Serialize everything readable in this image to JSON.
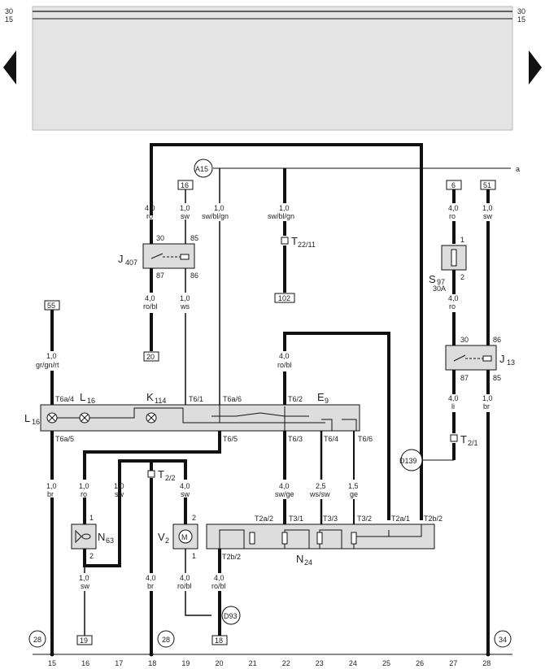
{
  "rails": {
    "top": "30",
    "second": "15",
    "top_right": "30",
    "second_right": "15"
  },
  "components": {
    "j407": {
      "name": "J",
      "sub": "407",
      "pin_in": "30",
      "pin_in2": "85",
      "pin_out": "87",
      "pin_out2": "86"
    },
    "t22": {
      "name": "T",
      "sub": "22/11"
    },
    "s97": {
      "name": "S",
      "sub": "97",
      "rating": "30A",
      "pin_top": "1",
      "pin_bottom": "2"
    },
    "j13": {
      "name": "J",
      "sub": "13",
      "pin_in": "30",
      "pin_in2": "86",
      "pin_out": "87",
      "pin_out2": "85"
    },
    "l16_left": {
      "name": "L",
      "sub": "16"
    },
    "l16_top": {
      "name": "L",
      "sub": "16"
    },
    "k114": {
      "name": "K",
      "sub": "114"
    },
    "e9": {
      "name": "E",
      "sub": "9"
    },
    "t21": {
      "name": "T",
      "sub": "2/1"
    },
    "t22b": {
      "name": "T",
      "sub": "2/2"
    },
    "n63": {
      "name": "N",
      "sub": "63",
      "pin1": "1",
      "pin2": "2"
    },
    "v2": {
      "name": "V",
      "sub": "2",
      "pin1": "2",
      "pin2": "1"
    },
    "n24": {
      "name": "N",
      "sub": "24"
    }
  },
  "circles": {
    "a15": "A15",
    "d139": "D139",
    "d93": "D93",
    "c28a": "28",
    "c28b": "28",
    "c34": "34"
  },
  "boxes": {
    "b16": "16",
    "b102": "102",
    "b20": "20",
    "b55": "55",
    "b6": "6",
    "b51": "51",
    "b19": "19",
    "b18": "18"
  },
  "point_a": "a",
  "wires": {
    "w1": {
      "size": "4,0",
      "color": "ro"
    },
    "w2": {
      "size": "1,0",
      "color": "sw"
    },
    "w3": {
      "size": "1,0",
      "color": "sw/bl/gn"
    },
    "w4": {
      "size": "1,0",
      "color": "sw/bl/gn"
    },
    "w5": {
      "size": "4,0",
      "color": "ro/bl"
    },
    "w6": {
      "size": "1,0",
      "color": "ws"
    },
    "w7": {
      "size": "1,0",
      "color": "gr/gn/rt"
    },
    "w8": {
      "size": "4,0",
      "color": "ro/bl"
    },
    "w9": {
      "size": "4,0",
      "color": "ro"
    },
    "w10": {
      "size": "1,0",
      "color": "sw"
    },
    "w11": {
      "size": "4,0",
      "color": "ro"
    },
    "w12": {
      "size": "4,0",
      "color": "li"
    },
    "w13": {
      "size": "1,0",
      "color": "br"
    },
    "w14": {
      "size": "1,0",
      "color": "br"
    },
    "w15": {
      "size": "1,0",
      "color": "ro"
    },
    "w16": {
      "size": "1,0",
      "color": "sw"
    },
    "w17": {
      "size": "4,0",
      "color": "sw"
    },
    "w18": {
      "size": "4,0",
      "color": "sw/ge"
    },
    "w19": {
      "size": "2,5",
      "color": "ws/sw"
    },
    "w20": {
      "size": "1,5",
      "color": "ge"
    },
    "w21": {
      "size": "1,0",
      "color": "sw"
    },
    "w22": {
      "size": "4,0",
      "color": "br"
    },
    "w23": {
      "size": "4,0",
      "color": "ro/bl"
    },
    "w24": {
      "size": "4,0",
      "color": "ro/bl"
    }
  },
  "pins": {
    "t6a4": "T6a/4",
    "t6a5": "T6a/5",
    "t61": "T6/1",
    "t6a6": "T6a/6",
    "t62": "T6/2",
    "t65": "T6/5",
    "t63": "T6/3",
    "t64": "T6/4",
    "t66": "T6/6",
    "t2a2": "T2a/2",
    "t31": "T3/1",
    "t33": "T3/3",
    "t32": "T3/2",
    "t2a1": "T2a/1",
    "t2b2a": "T2b/2",
    "t2b2b": "T2b/2"
  },
  "bottom_numbers": [
    "15",
    "16",
    "17",
    "18",
    "19",
    "20",
    "21",
    "22",
    "23",
    "24",
    "25",
    "26",
    "27",
    "28"
  ]
}
